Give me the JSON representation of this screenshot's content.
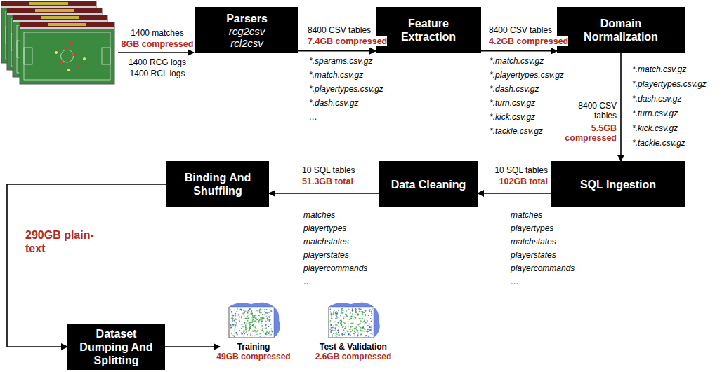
{
  "diagram": {
    "nodes": [
      {
        "text": [
          "Parsers",
          "rcg2csv rcl2csv"
        ]
      },
      {
        "text": [
          "Feature Extraction"
        ]
      },
      {
        "text": [
          "Domain Normalization"
        ]
      },
      {
        "text": [
          "SQL Ingestion"
        ]
      },
      {
        "text": [
          "Data Cleaning"
        ]
      },
      {
        "text": [
          "Binding And Shuffling"
        ]
      },
      {
        "text": [
          "Dataset Dumping And Splitting"
        ]
      },
      {
        "text": [
          "Training",
          "49GB compressed"
        ]
      },
      {
        "text": [
          "Test & Validation",
          "2.6GB compressed"
        ]
      }
    ],
    "edges": [
      {
        "from": 0,
        "to": 1,
        "arrow": "to",
        "label": "8400 CSV tables"
      },
      {
        "from": 1,
        "to": 2,
        "arrow": "to",
        "label": "8400 CSV tables"
      },
      {
        "from": 2,
        "to": 3,
        "arrow": "to",
        "label": "8400 CSV tables"
      },
      {
        "from": 3,
        "to": 4,
        "arrow": "to",
        "label": "10 SQL tables"
      },
      {
        "from": 4,
        "to": 5,
        "arrow": "to",
        "label": "10 SQL tables"
      },
      {
        "from": 5,
        "to": 6,
        "arrow": "to",
        "label": "290GB plain-text"
      },
      {
        "from": 6,
        "to": 7,
        "arrow": "to"
      }
    ],
    "labels": [
      "1400 matches",
      "8GB compressed",
      "1400 RCG logs",
      "1400 RCL logs",
      "7.4GB compressed",
      "*.sparams.csv.gz",
      "*.match.csv.gz",
      "*.playertypes.csv.gz",
      "*.dash.csv.gz",
      "…",
      "4.2GB compressed",
      "*.match.csv.gz",
      "*.playertypes.csv.gz",
      "*.dash.csv.gz",
      "*.turn.csv.gz",
      "*.kick.csv.gz",
      "*.tackle.csv.gz",
      "5.5GB compressed",
      "*.match.csv.gz",
      "*.playertypes.csv.gz",
      "*.dash.csv.gz",
      "*.turn.csv.gz",
      "*.kick.csv.gz",
      "*.tackle.csv.gz",
      "102GB total",
      "matches",
      "playertypes",
      "matchstates",
      "playerstates",
      "playercommands",
      "…",
      "51.3GB total",
      "matches",
      "playertypes",
      "matchstates",
      "playerstates",
      "playercommands",
      "…"
    ]
  }
}
